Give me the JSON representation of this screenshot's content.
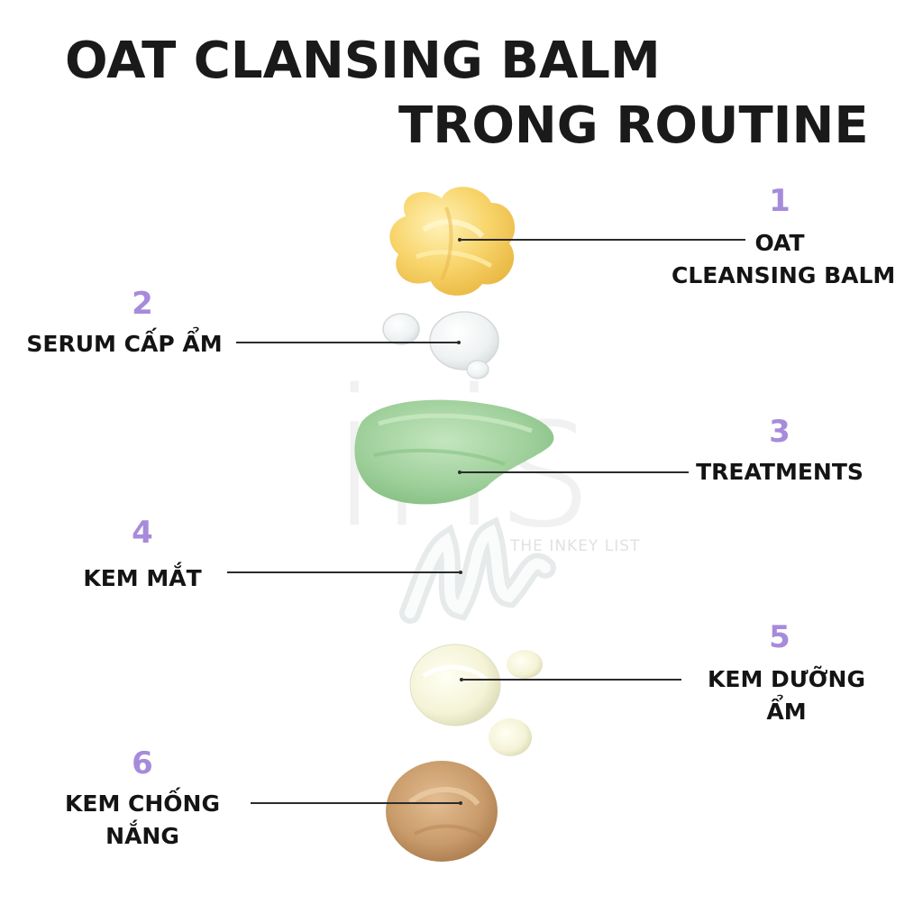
{
  "title": {
    "line1": "OAT CLANSING BALM",
    "line2": "TRONG ROUTINE"
  },
  "steps": [
    {
      "number": "1",
      "label_lines": [
        "OAT",
        "CLEANSING BALM"
      ],
      "swatch": "yellow-balm"
    },
    {
      "number": "2",
      "label_lines": [
        "SERUM CẤP ẨM"
      ],
      "swatch": "clear-serum"
    },
    {
      "number": "3",
      "label_lines": [
        "TREATMENTS"
      ],
      "swatch": "green-treatment"
    },
    {
      "number": "4",
      "label_lines": [
        "KEM MẮT"
      ],
      "swatch": "clear-gel"
    },
    {
      "number": "5",
      "label_lines": [
        "KEM DƯỠNG",
        "ẨM"
      ],
      "swatch": "cream"
    },
    {
      "number": "6",
      "label_lines": [
        "KEM CHỐNG",
        "NẮNG"
      ],
      "swatch": "tinted-sunscreen"
    }
  ],
  "watermark": {
    "main": "iris",
    "sub": "THE INKEY LIST"
  },
  "colors": {
    "title": "#1a1a1a",
    "step_number": "#a78bdb",
    "label": "#141414",
    "balm": "#f6d36b",
    "treatment": "#9ccf9a",
    "sunscreen": "#c79a6a"
  }
}
